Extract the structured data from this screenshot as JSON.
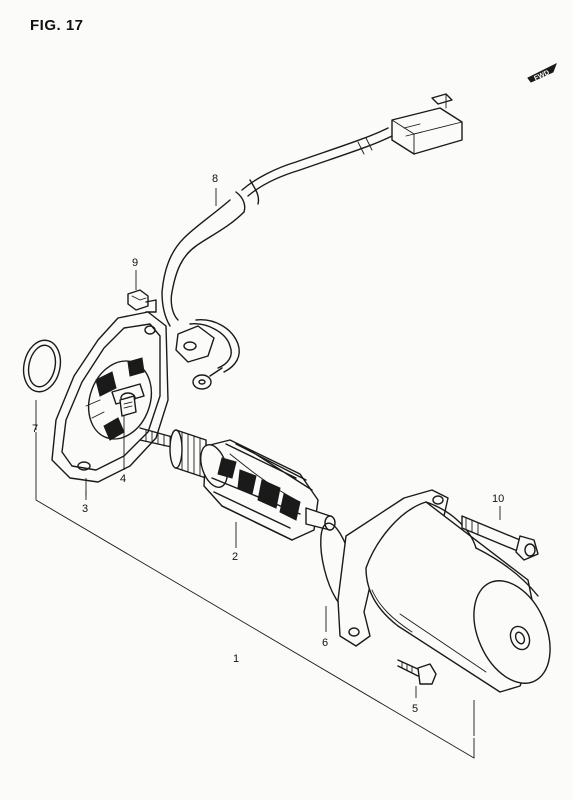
{
  "figure": {
    "title": "FIG. 17",
    "direction_badge": "FWD"
  },
  "callouts": [
    {
      "id": "1",
      "label": "1"
    },
    {
      "id": "2",
      "label": "2"
    },
    {
      "id": "3",
      "label": "3"
    },
    {
      "id": "4",
      "label": "4"
    },
    {
      "id": "5",
      "label": "5"
    },
    {
      "id": "6",
      "label": "6"
    },
    {
      "id": "7",
      "label": "7"
    },
    {
      "id": "8",
      "label": "8"
    },
    {
      "id": "9",
      "label": "9"
    },
    {
      "id": "10",
      "label": "10"
    }
  ]
}
